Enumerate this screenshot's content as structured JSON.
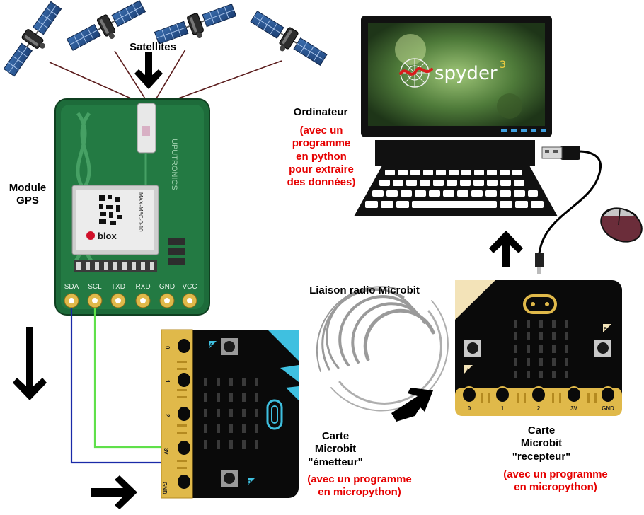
{
  "labels": {
    "satellites": "Satellites",
    "module_gps": [
      "Module",
      "GPS"
    ],
    "ordinateur": "Ordinateur",
    "ordinateur_note": [
      "(avec un",
      "programme",
      "en python",
      "pour extraire",
      "des données)"
    ],
    "liaison_radio": "Liaison radio Microbit",
    "carte_emetteur": [
      "Carte",
      "Microbit",
      "\"émetteur\""
    ],
    "carte_emetteur_note": [
      "(avec un programme",
      "en micropython)"
    ],
    "carte_recepteur": [
      "Carte",
      "Microbit",
      "\"recepteur\""
    ],
    "carte_recepteur_note": [
      "(avec un programme",
      "en micropython)"
    ]
  },
  "gps_board": {
    "brand": "UPUTRONICS",
    "chip_brand": "blox",
    "chip_model": "MAX-M8C-0-10",
    "pins": [
      "SDA",
      "SCL",
      "TXD",
      "RXD",
      "GND",
      "VCC"
    ]
  },
  "computer": {
    "software": "spyder",
    "version": "3"
  },
  "microbit_emetteur": {
    "pins": [
      "0",
      "1",
      "2",
      "3V",
      "GND"
    ],
    "buttons": [
      "A",
      "B"
    ]
  },
  "microbit_recepteur": {
    "pins": [
      "0",
      "1",
      "2",
      "3V",
      "GND"
    ],
    "buttons": [
      "A",
      "B"
    ]
  },
  "colors": {
    "label_red": "#e60000",
    "board_green": "#1d6b3a",
    "microbit_gold": "#e0b94a",
    "wire_blue": "#1a2aa8",
    "wire_green": "#5fe04a",
    "beam": "#5a1b1b"
  }
}
